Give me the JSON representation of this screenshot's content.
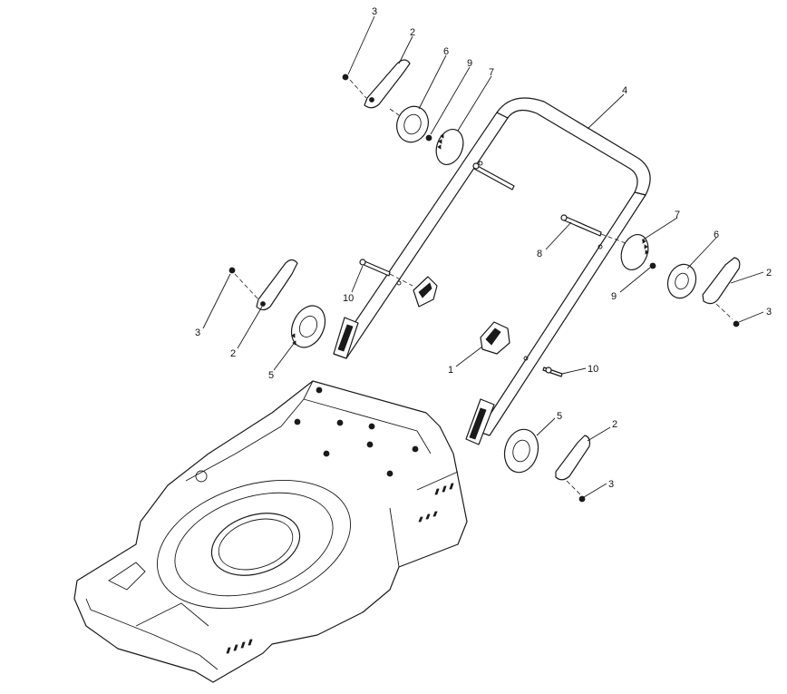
{
  "callouts": [
    {
      "id": "c1",
      "text": "3"
    },
    {
      "id": "c2",
      "text": "2"
    },
    {
      "id": "c3",
      "text": "6"
    },
    {
      "id": "c4",
      "text": "9"
    },
    {
      "id": "c5",
      "text": "7"
    },
    {
      "id": "c6",
      "text": "4"
    },
    {
      "id": "c7",
      "text": "7"
    },
    {
      "id": "c8",
      "text": "8"
    },
    {
      "id": "c9",
      "text": "6"
    },
    {
      "id": "c10",
      "text": "2"
    },
    {
      "id": "c11",
      "text": "9"
    },
    {
      "id": "c12",
      "text": "3"
    },
    {
      "id": "c13",
      "text": "10"
    },
    {
      "id": "c14",
      "text": "3"
    },
    {
      "id": "c15",
      "text": "2"
    },
    {
      "id": "c16",
      "text": "5"
    },
    {
      "id": "c17",
      "text": "1"
    },
    {
      "id": "c18",
      "text": "10"
    },
    {
      "id": "c19",
      "text": "5"
    },
    {
      "id": "c20",
      "text": "2"
    },
    {
      "id": "c21",
      "text": "3"
    }
  ]
}
